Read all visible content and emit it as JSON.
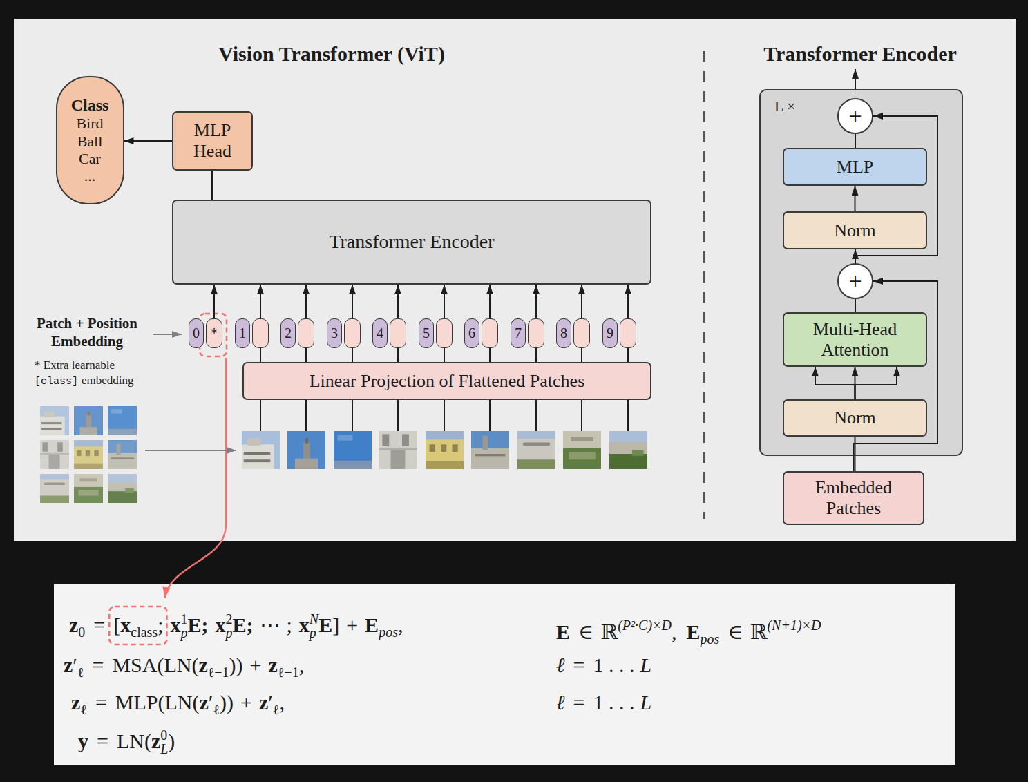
{
  "diagram": {
    "title": "Vision Transformer (ViT)",
    "nodes": [
      {
        "text": [
          "Class",
          "Bird",
          "Ball",
          "Car",
          "..."
        ]
      },
      {
        "text": [
          "MLP Head"
        ]
      },
      {
        "text": [
          "Transformer Encoder"
        ]
      },
      {
        "text": [
          "0",
          "*"
        ]
      },
      {
        "text": [
          "1"
        ]
      },
      {
        "text": [
          "2"
        ]
      },
      {
        "text": [
          "3"
        ]
      },
      {
        "text": [
          "4"
        ]
      },
      {
        "text": [
          "5"
        ]
      },
      {
        "text": [
          "6"
        ]
      },
      {
        "text": [
          "7"
        ]
      },
      {
        "text": [
          "8"
        ]
      },
      {
        "text": [
          "9"
        ]
      },
      {
        "text": [
          "Linear Projection of Flattened Patches"
        ]
      },
      {
        "text": [
          "L ×"
        ]
      },
      {
        "text": [
          "+"
        ],
        "in": 14
      },
      {
        "text": [
          "MLP"
        ],
        "in": 14
      },
      {
        "text": [
          "Norm"
        ],
        "in": 14
      },
      {
        "text": [
          "+"
        ],
        "in": 14
      },
      {
        "text": [
          "Multi-Head Attention"
        ],
        "in": 14
      },
      {
        "text": [
          "Norm"
        ],
        "in": 14
      },
      {
        "text": [
          "Embedded Patches"
        ]
      }
    ],
    "edges": [
      {
        "from": 1,
        "to": 0,
        "arrow": "to"
      },
      {
        "from": 2,
        "to": 1,
        "arrow": "none"
      },
      {
        "from": 3,
        "to": 2,
        "arrow": "to"
      },
      {
        "from": 4,
        "to": 2,
        "arrow": "to"
      },
      {
        "from": 5,
        "to": 2,
        "arrow": "to"
      },
      {
        "from": 6,
        "to": 2,
        "arrow": "to"
      },
      {
        "from": 7,
        "to": 2,
        "arrow": "to"
      },
      {
        "from": 8,
        "to": 2,
        "arrow": "to"
      },
      {
        "from": 9,
        "to": 2,
        "arrow": "to"
      },
      {
        "from": 10,
        "to": 2,
        "arrow": "to"
      },
      {
        "from": 11,
        "to": 2,
        "arrow": "to"
      },
      {
        "from": 12,
        "to": 2,
        "arrow": "to"
      },
      {
        "from": 13,
        "to": 4,
        "arrow": "none"
      },
      {
        "from": 13,
        "to": 5,
        "arrow": "none"
      },
      {
        "from": 13,
        "to": 6,
        "arrow": "none"
      },
      {
        "from": 13,
        "to": 7,
        "arrow": "none"
      },
      {
        "from": 13,
        "to": 8,
        "arrow": "none"
      },
      {
        "from": 13,
        "to": 9,
        "arrow": "none"
      },
      {
        "from": 13,
        "to": 10,
        "arrow": "none"
      },
      {
        "from": 13,
        "to": 11,
        "arrow": "none"
      },
      {
        "from": 13,
        "to": 12,
        "arrow": "none"
      },
      {
        "from": 21,
        "to": 20,
        "arrow": "none"
      },
      {
        "from": 21,
        "to": 18,
        "arrow": "to"
      },
      {
        "from": 20,
        "to": 19,
        "arrow": "to"
      },
      {
        "from": 19,
        "to": 18,
        "arrow": "none"
      },
      {
        "from": 18,
        "to": 17,
        "arrow": "to"
      },
      {
        "from": 18,
        "to": 15,
        "arrow": "to"
      },
      {
        "from": 17,
        "to": 16,
        "arrow": "to"
      },
      {
        "from": 16,
        "to": 15,
        "arrow": "none"
      }
    ],
    "labels": [
      "Transformer Encoder",
      "Patch + Position Embedding",
      "* Extra learnable",
      "[class]",
      "embedding",
      "z",
      "0",
      "=",
      "[",
      "x",
      "class",
      ";",
      "x",
      "p",
      "1",
      "E;",
      "x",
      "p",
      "2",
      "E;",
      "⋯",
      ";",
      "x",
      "p",
      "N",
      "E",
      "]",
      "+",
      "E",
      "pos",
      ",",
      "E",
      "∈",
      "ℝ",
      "(P²·C)×D",
      ",",
      "E",
      "pos",
      "∈",
      "ℝ",
      "(N+1)×D",
      "z",
      "′",
      "ℓ",
      "=",
      "MSA(LN(",
      "z",
      "ℓ−1",
      "))",
      "+",
      "z",
      "ℓ−1",
      ",",
      "ℓ",
      "=",
      "1 . . .",
      "L",
      "z",
      "ℓ",
      "=",
      "MLP(LN(",
      "z",
      "′",
      "ℓ",
      "))",
      "+",
      "z",
      "′",
      "ℓ",
      ",",
      "ℓ",
      "=",
      "1 . . .",
      "L",
      "y",
      "=",
      "LN(",
      "z",
      "0",
      "L",
      ")"
    ]
  }
}
